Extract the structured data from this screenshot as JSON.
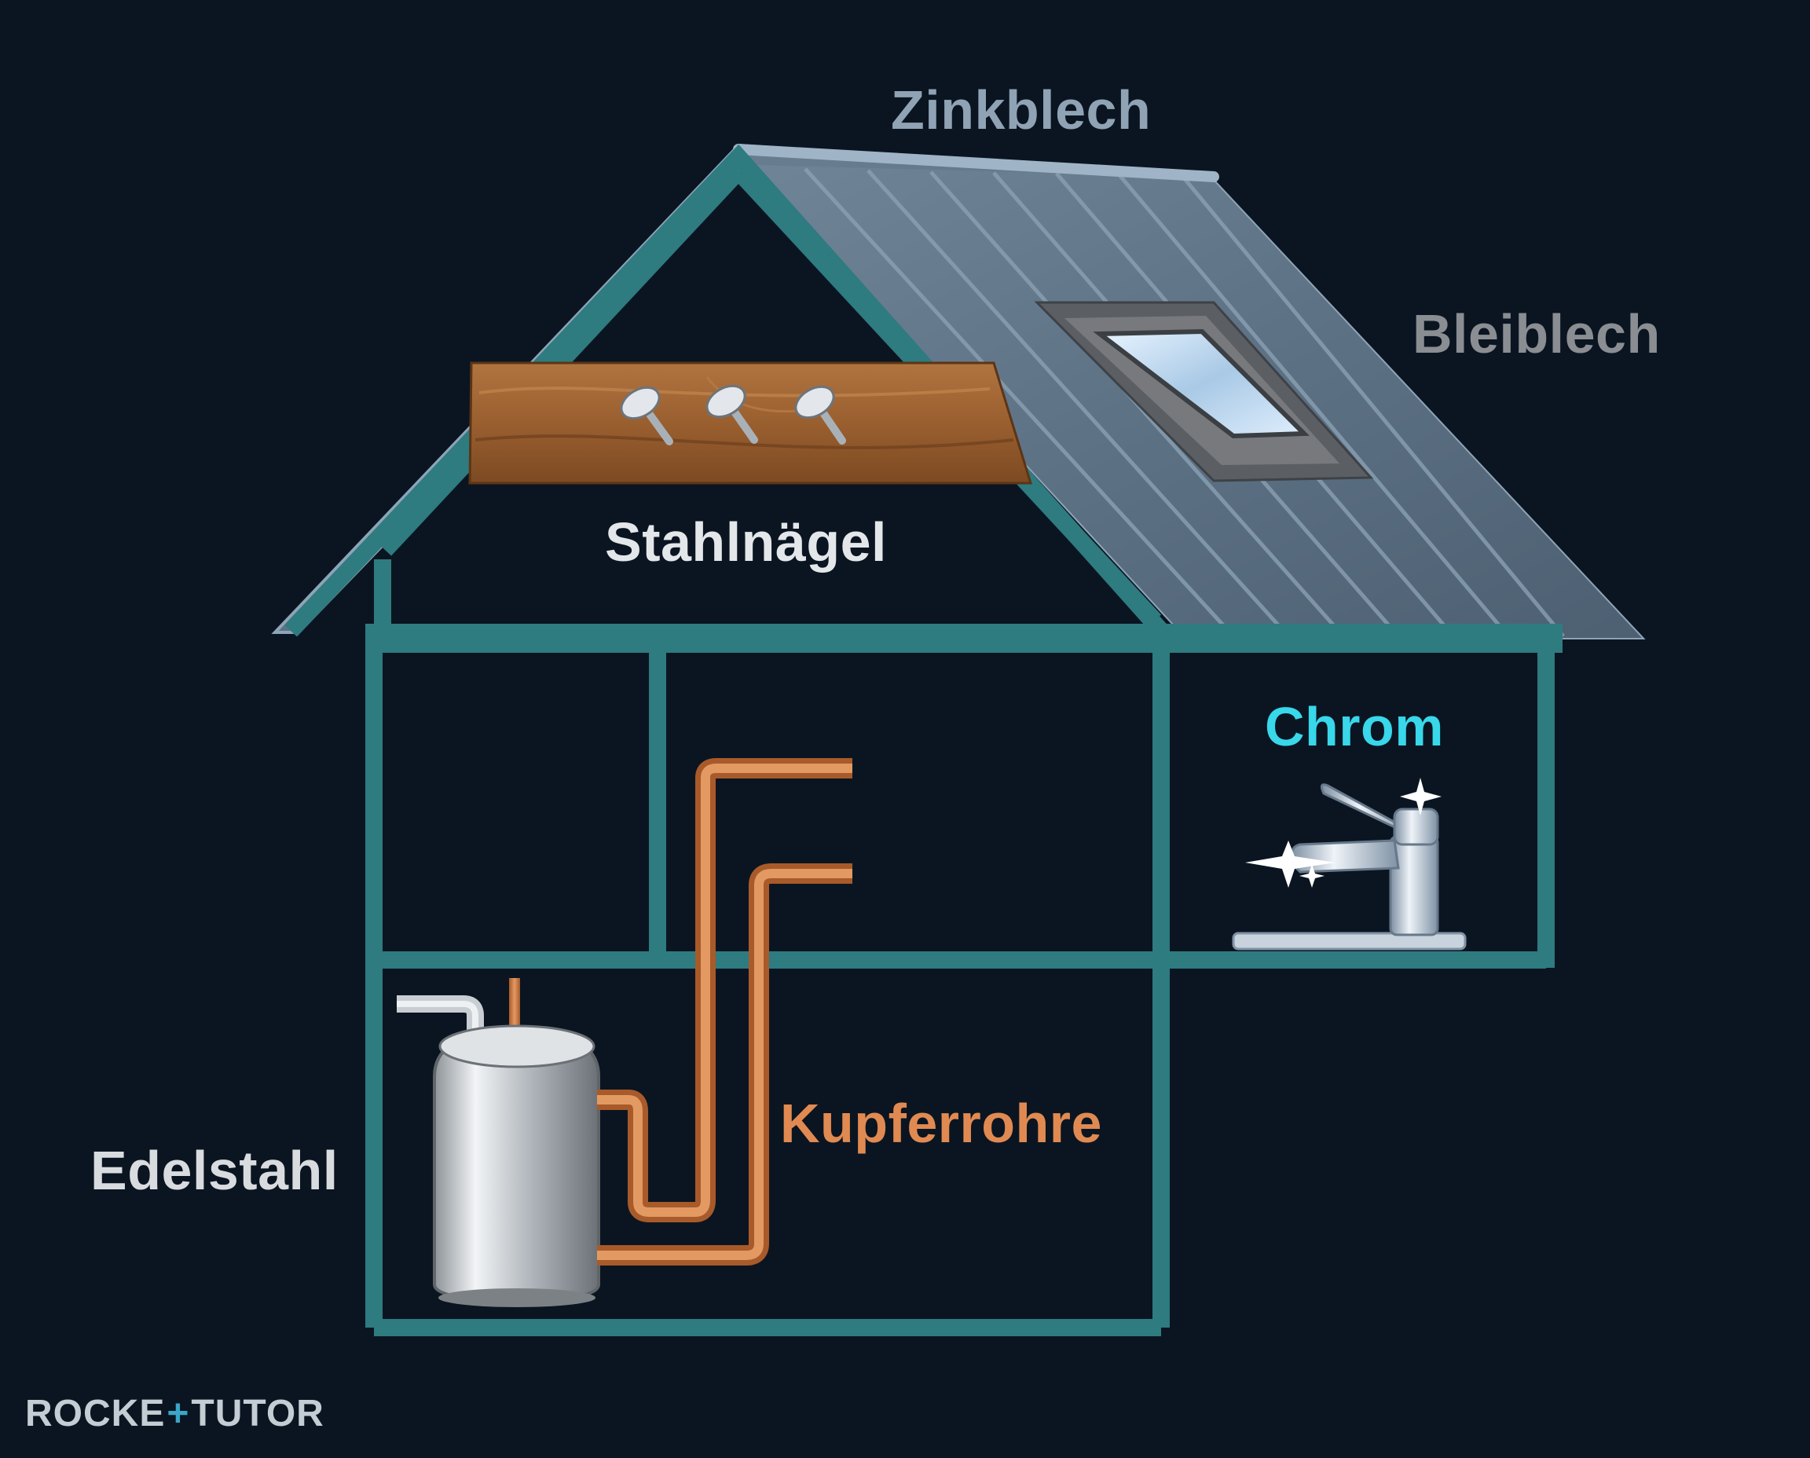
{
  "labels": {
    "zinc": "Zinkblech",
    "lead": "Bleiblech",
    "steel_nails": "Stahlnägel",
    "chrome": "Chrom",
    "copper": "Kupferrohre",
    "stainless": "Edelstahl"
  },
  "logo": {
    "left": "ROCKE",
    "plus": "+",
    "right": "TUTOR"
  },
  "colors": {
    "background": "#0b1521",
    "frame": "#2e7b80",
    "zinc": "#8fa3b5",
    "lead": "#8a8d92",
    "steel_nails": "#e4e7ea",
    "chrome": "#38d7ea",
    "copper": "#e08a52",
    "stainless": "#d9dcdf",
    "logo": "#c4ccd4",
    "logo_plus": "#3aa6c9"
  },
  "icons": [
    "roof-window-icon",
    "wood-beam-icon",
    "nail-icon",
    "faucet-icon",
    "sparkle-icon",
    "boiler-tank-icon",
    "copper-pipe-icon"
  ]
}
